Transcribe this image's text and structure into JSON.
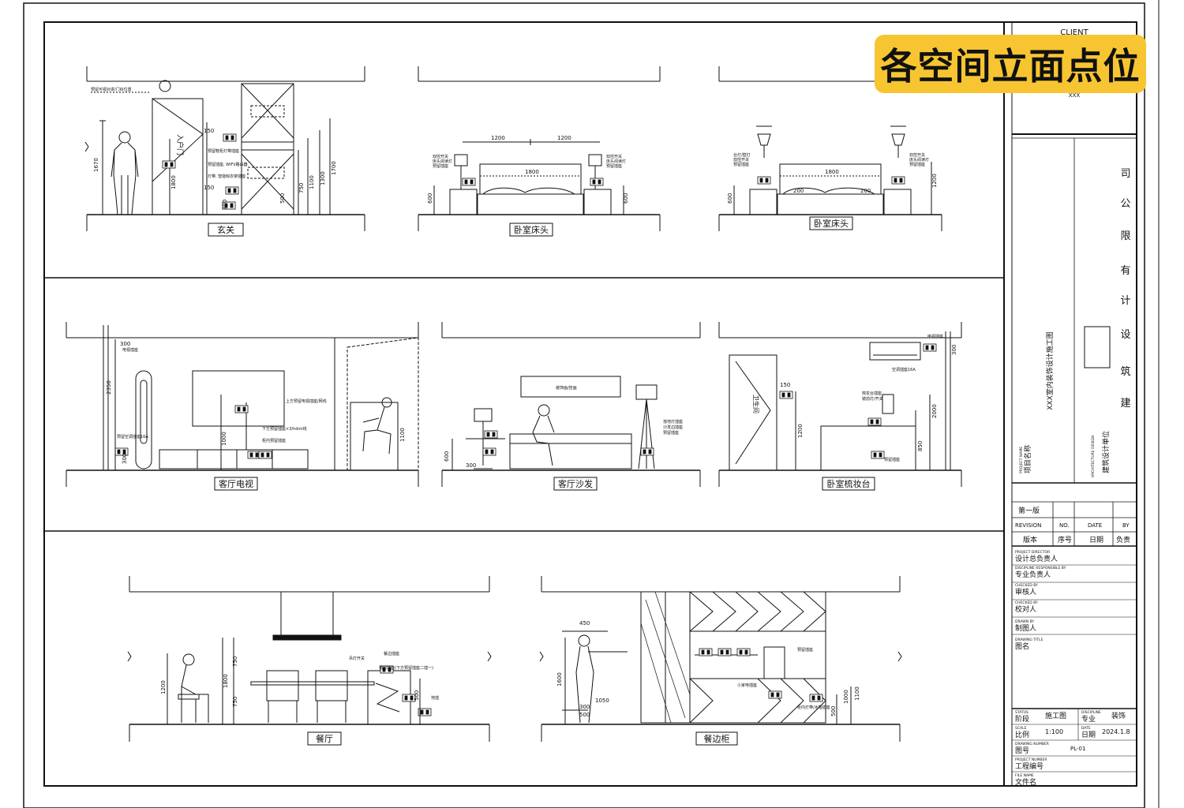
{
  "badge": {
    "title": "各空间立面点位",
    "color": "#f7c531"
  },
  "panels": [
    {
      "id": "entrance",
      "caption": "玄关",
      "door_text": "入户门",
      "dims_left": [
        "1670",
        "1800"
      ],
      "dims_right": [
        "150",
        "150",
        "300",
        "500",
        "750",
        "1100",
        "1300",
        "1700"
      ],
      "notes": [
        "预留可视对讲/门铃位置",
        "预留鞋柜灯带插座",
        "预留插座, WIFI/路由器",
        "灯带, 智能晾衣架插座"
      ]
    },
    {
      "id": "bedroom1",
      "caption": "卧室床头",
      "dims_top": [
        "1200",
        "1200"
      ],
      "dims_mid": "1800",
      "dims_side": [
        "600",
        "600"
      ],
      "notes_left": [
        "双控开关",
        "床头阅读灯",
        "预留插座"
      ],
      "notes_right": [
        "双控开关",
        "床头阅读灯",
        "预留插座"
      ]
    },
    {
      "id": "bedroom2",
      "caption": "卧室床头",
      "dims_mid": "1800",
      "dims_small": [
        "200",
        "200"
      ],
      "dims_side": [
        "600",
        "1200"
      ],
      "notes_left": [
        "台灯/壁灯",
        "双控开关",
        "预留插座"
      ],
      "notes_right": [
        "双控开关",
        "床头阅读灯",
        "预留插座"
      ]
    },
    {
      "id": "living_tv",
      "caption": "客厅电视",
      "dims": [
        "300",
        "2350",
        "1000",
        "300",
        "1100"
      ],
      "notes": [
        "电视插座",
        "上方预留电视插座/网线",
        "下方预留插座×3/hdmi线",
        "预留空调插座16A",
        "柜内预留插座"
      ]
    },
    {
      "id": "living_sofa",
      "caption": "客厅沙发",
      "painting_text": "装饰画/挂画",
      "dims": [
        "600",
        "300"
      ],
      "notes": [
        "落地灯插座",
        "沙发边插座",
        "预留插座"
      ]
    },
    {
      "id": "dresser",
      "caption": "卧室梳妆台",
      "door_text": "卫生间",
      "dims": [
        "150",
        "1200",
        "2000",
        "850",
        "300"
      ],
      "notes": [
        "空调插座16A",
        "梳妆台插座",
        "镜前灯/开关",
        "预留插座",
        "电视插座"
      ]
    },
    {
      "id": "dining",
      "caption": "餐厅",
      "dims": [
        "750",
        "1800",
        "750",
        "1200",
        "500"
      ],
      "notes": [
        "吊灯开关",
        "餐边插座",
        "预留插座(下方预留插座二插一)",
        "地插"
      ]
    },
    {
      "id": "sideboard",
      "caption": "餐边柜",
      "dims": [
        "450",
        "1600",
        "1050",
        "300",
        "500",
        "500",
        "1000",
        "1100"
      ],
      "notes": [
        "预留插座",
        "小家电插座",
        "柜内灯带/冰箱插座"
      ]
    }
  ],
  "title_block": {
    "client_label": "CLIENT",
    "client_value": "XXX",
    "company": [
      "建",
      "筑",
      "设",
      "计",
      "有",
      "限",
      "公",
      "司"
    ],
    "project_name": "XXX室内装饰设计施工图",
    "project_name_en": "PROJECT NAME",
    "project_name_cn": "项目名称",
    "arch_design_en": "ARCHITECTURE DESIGN",
    "arch_design_cn": "建筑设计单位",
    "revision_first": "第一版",
    "rev_headers_en": [
      "REVISION",
      "NO.",
      "DATE",
      "BY"
    ],
    "rev_headers_cn": [
      "版本",
      "序号",
      "日期",
      "负责"
    ],
    "roles": [
      {
        "en": "PROJECT DIRECTOR",
        "cn": "设计总负责人"
      },
      {
        "en": "DISCIPLINE RESPONSIBLE BY",
        "cn": "专业负责人"
      },
      {
        "en": "CHECKED BY",
        "cn": "审核人"
      },
      {
        "en": "CHECKED BY",
        "cn": "校对人"
      },
      {
        "en": "DRAWN BY",
        "cn": "制图人"
      },
      {
        "en": "DRAWING TITLE",
        "cn": "图名"
      }
    ],
    "status_en": "STATUS",
    "status_cn": "阶段",
    "status_val": "施工图",
    "discipline_en": "DISCIPLINE",
    "discipline_cn": "专业",
    "discipline_val": "装饰",
    "scale_en": "SCALE",
    "scale_cn": "比例",
    "scale_val": "1:100",
    "date_en": "DATE",
    "date_cn": "日期",
    "date_val": "2024.1.8",
    "drawing_no_en": "DRAWING NUMBER",
    "drawing_no_cn": "图号",
    "drawing_no_val": "PL-01",
    "project_no_en": "PROJECT NUMBER",
    "project_no_cn": "工程编号",
    "file_name_en": "FILE NAME",
    "file_name_cn": "文件名"
  }
}
